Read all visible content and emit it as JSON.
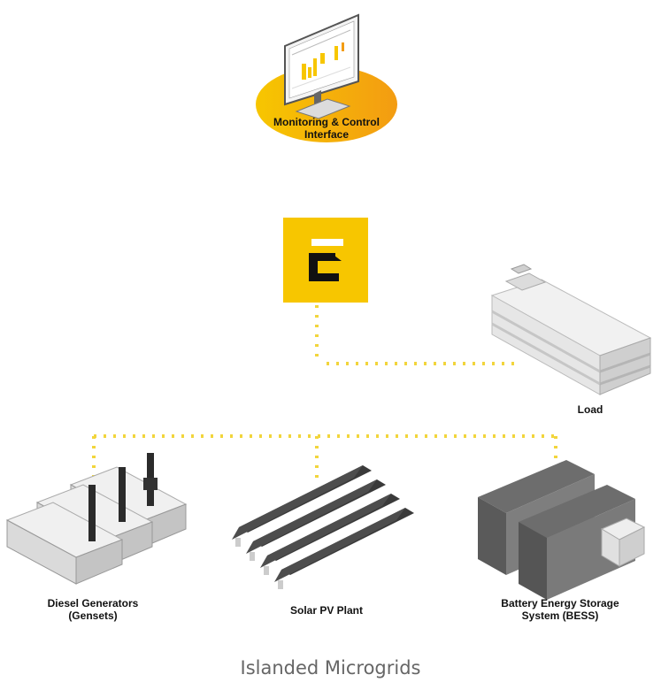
{
  "nodes": {
    "monitoring": {
      "line1": "Monitoring & Control",
      "line2": "Interface"
    },
    "controller": {
      "logo_letter": "E"
    },
    "load": {
      "label": "Load"
    },
    "diesel": {
      "line1": "Diesel Generators",
      "line2": "(Gensets)"
    },
    "solar": {
      "label": "Solar PV Plant"
    },
    "battery": {
      "line1": "Battery Energy Storage",
      "line2": "System (BESS)"
    }
  },
  "caption": "Islanded Microgrids",
  "colors": {
    "yellow": "#F7C600",
    "orange": "#F39C12",
    "blue": "#1BA1DB",
    "green": "#8DC63F",
    "dots": "#F2D53C"
  }
}
